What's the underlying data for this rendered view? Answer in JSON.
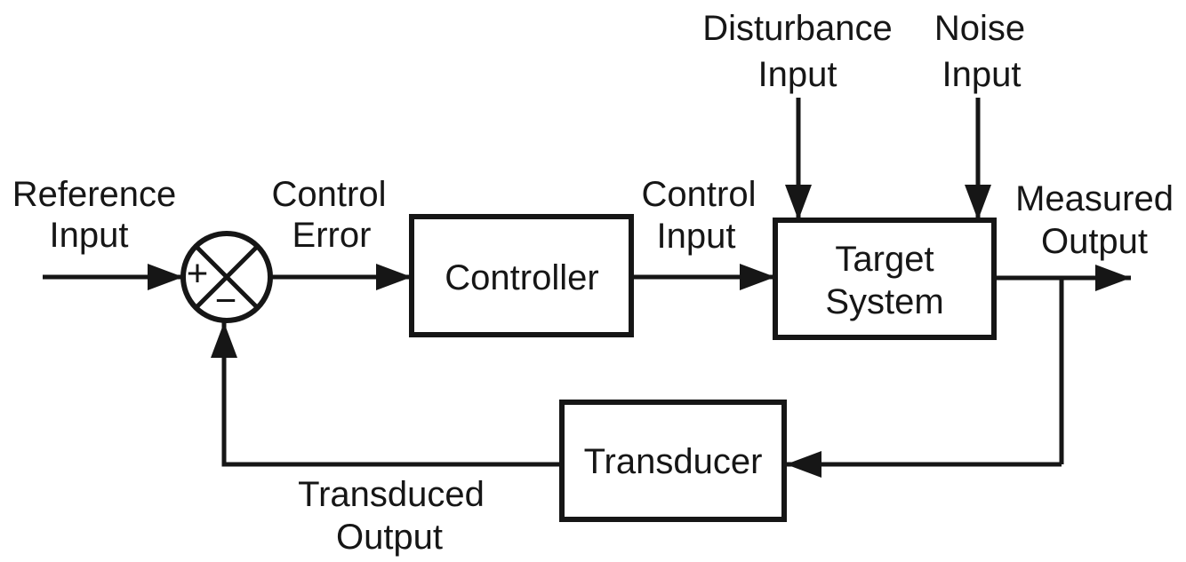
{
  "diagram": {
    "colors": {
      "ink": "#161616",
      "background": "#ffffff"
    },
    "signal_labels": {
      "reference_input": {
        "line1": "Reference",
        "line2": "Input"
      },
      "control_error": {
        "line1": "Control",
        "line2": "Error"
      },
      "control_input": {
        "line1": "Control",
        "line2": "Input"
      },
      "disturbance_input": {
        "line1": "Disturbance",
        "line2": "Input"
      },
      "noise_input": {
        "line1": "Noise",
        "line2": "Input"
      },
      "measured_output": {
        "line1": "Measured",
        "line2": "Output"
      },
      "transduced_output": {
        "line1": "Transduced",
        "line2": "Output"
      }
    },
    "blocks": {
      "controller": {
        "label": "Controller"
      },
      "target_system": {
        "line1": "Target",
        "line2": "System"
      },
      "transducer": {
        "label": "Transducer"
      }
    },
    "summing_junction": {
      "positive_port": "+",
      "negative_port": "−"
    }
  }
}
